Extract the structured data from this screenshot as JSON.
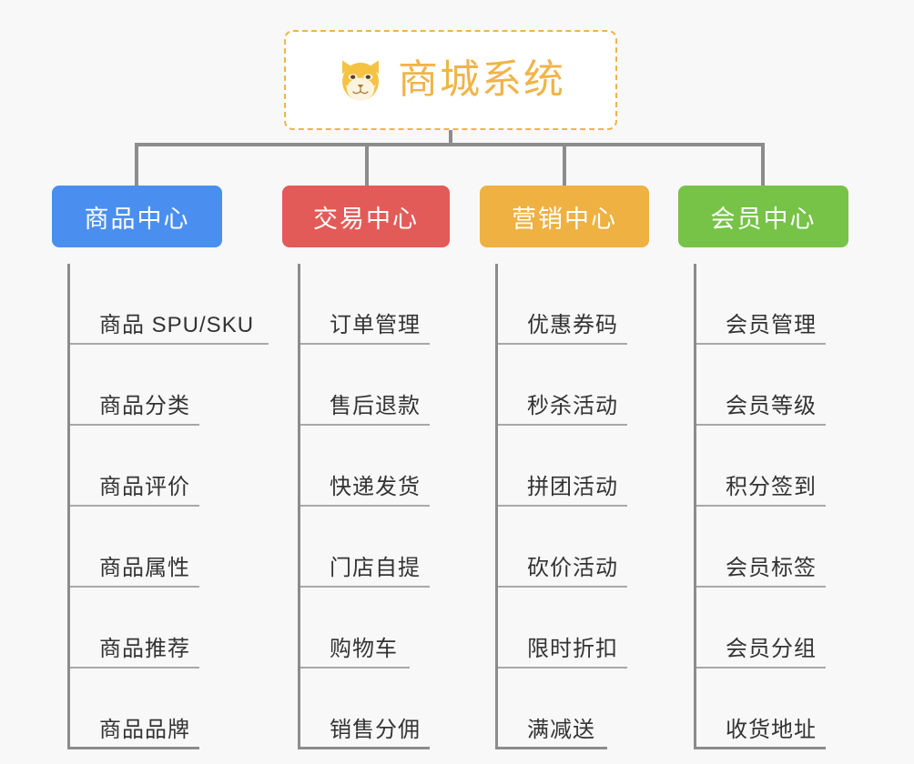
{
  "root": {
    "title": "商城系统",
    "icon": "shiba-dog-face-icon",
    "border_color": "#f0b44a",
    "text_color": "#f0b44a"
  },
  "canvas": {
    "background_color": "#f8f8f8",
    "connector_color": "#8c8c8c",
    "leaf_rule_color": "#a8a8a8",
    "leaf_text_color": "#333333"
  },
  "columns": [
    {
      "title": "商品中心",
      "color": "#4a8ff0",
      "color_name": "blue",
      "items": [
        {
          "label": "商品 SPU/SKU",
          "rule": "w-xl"
        },
        {
          "label": "商品分类",
          "rule": "w-md"
        },
        {
          "label": "商品评价",
          "rule": "w-md"
        },
        {
          "label": "商品属性",
          "rule": "w-md"
        },
        {
          "label": "商品推荐",
          "rule": "w-md"
        },
        {
          "label": "商品品牌",
          "rule": "w-md"
        }
      ]
    },
    {
      "title": "交易中心",
      "color": "#e35b58",
      "color_name": "red",
      "items": [
        {
          "label": "订单管理",
          "rule": "w-md"
        },
        {
          "label": "售后退款",
          "rule": "w-md"
        },
        {
          "label": "快递发货",
          "rule": "w-md"
        },
        {
          "label": "门店自提",
          "rule": "w-md"
        },
        {
          "label": "购物车",
          "rule": "w-sm"
        },
        {
          "label": "销售分佣",
          "rule": "w-md"
        }
      ]
    },
    {
      "title": "营销中心",
      "color": "#eeb142",
      "color_name": "orange",
      "items": [
        {
          "label": "优惠券码",
          "rule": "w-md"
        },
        {
          "label": "秒杀活动",
          "rule": "w-md"
        },
        {
          "label": "拼团活动",
          "rule": "w-md"
        },
        {
          "label": "砍价活动",
          "rule": "w-md"
        },
        {
          "label": "限时折扣",
          "rule": "w-md"
        },
        {
          "label": "满减送",
          "rule": "w-sm"
        }
      ]
    },
    {
      "title": "会员中心",
      "color": "#76c347",
      "color_name": "green",
      "items": [
        {
          "label": "会员管理",
          "rule": "w-md"
        },
        {
          "label": "会员等级",
          "rule": "w-md"
        },
        {
          "label": "积分签到",
          "rule": "w-md"
        },
        {
          "label": "会员标签",
          "rule": "w-md"
        },
        {
          "label": "会员分组",
          "rule": "w-md"
        },
        {
          "label": "收货地址",
          "rule": "w-md"
        }
      ]
    }
  ]
}
